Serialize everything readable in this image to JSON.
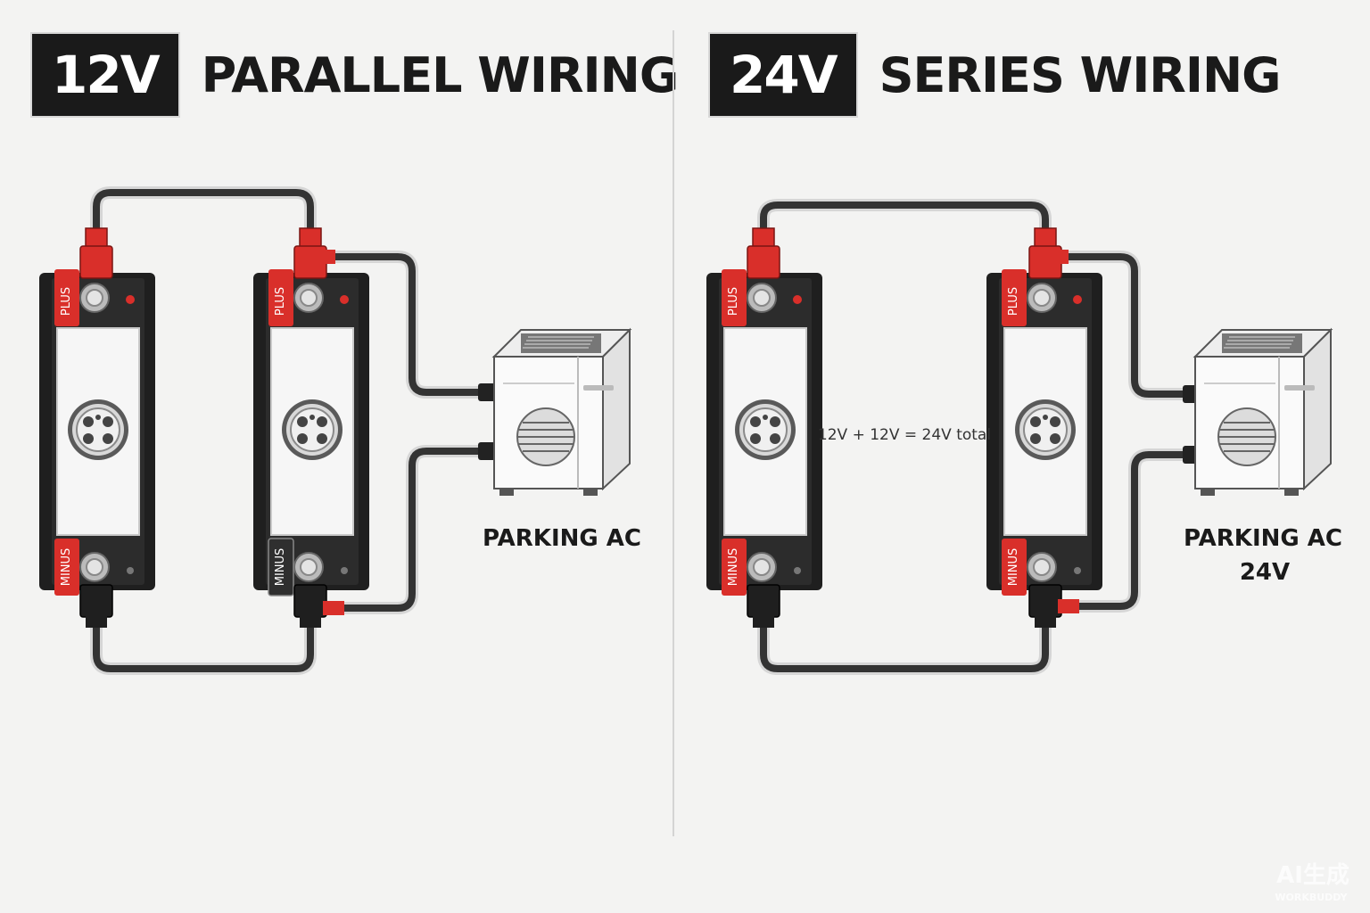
{
  "left": {
    "badge": "12V",
    "title": "PARALLEL WIRING",
    "batteries": [
      {
        "plus_label": "PLUS",
        "minus_label": "MINUS"
      },
      {
        "plus_label": "PLUS",
        "minus_label": "MINUS"
      }
    ],
    "ac_label": "PARKING AC"
  },
  "right": {
    "badge": "24V",
    "title": "SERIES WIRING",
    "batteries": [
      {
        "plus_label": "PLUS",
        "minus_label": "MINUS"
      },
      {
        "plus_label": "PLUS",
        "minus_label": "MINUS"
      }
    ],
    "note": "12V + 12V = 24V total",
    "ac_label_line1": "PARKING AC",
    "ac_label_line2": "24V"
  },
  "watermark": {
    "line1": "AI生成",
    "line2": "WORKBUDDY"
  },
  "colors": {
    "red": "#d92f2a",
    "dark": "#1f1f1f",
    "cable": "#333333",
    "background": "#f3f3f2"
  }
}
